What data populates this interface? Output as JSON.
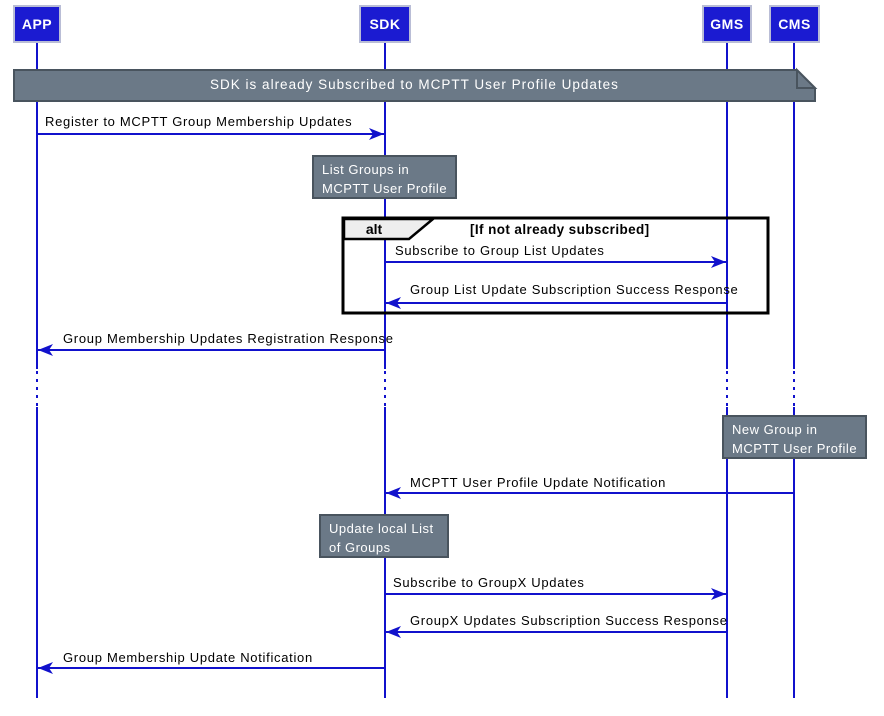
{
  "diagram": {
    "participants": [
      {
        "label": "APP"
      },
      {
        "label": "SDK"
      },
      {
        "label": "GMS"
      },
      {
        "label": "CMS"
      }
    ],
    "band_note": "SDK is already Subscribed to MCPTT User Profile Updates",
    "notes": {
      "list_groups": {
        "line1": "List Groups in",
        "line2": "MCPTT User Profile"
      },
      "new_group": {
        "line1": "New Group in",
        "line2": "MCPTT User Profile"
      },
      "update_local": {
        "line1": "Update local List",
        "line2": "of Groups"
      }
    },
    "alt": {
      "label": "alt",
      "condition": "[If not already subscribed]"
    },
    "messages": [
      {
        "text": "Register to MCPTT Group Membership Updates"
      },
      {
        "text": "Subscribe to Group List Updates"
      },
      {
        "text": "Group List Update Subscription Success Response"
      },
      {
        "text": "Group Membership Updates Registration Response"
      },
      {
        "text": "MCPTT User Profile Update Notification"
      },
      {
        "text": "Subscribe to GroupX Updates"
      },
      {
        "text": "GroupX Updates Subscription Success Response"
      },
      {
        "text": "Group Membership Update Notification"
      }
    ]
  },
  "colors": {
    "participant-fill": "#1b1bd1",
    "participant-border": "#b9bdd6",
    "line-blue": "#1111cc",
    "note-fill": "#6b7987",
    "note-border": "#49545e",
    "frame-black": "#000000",
    "fragment-label-fill": "#eeeeee"
  }
}
